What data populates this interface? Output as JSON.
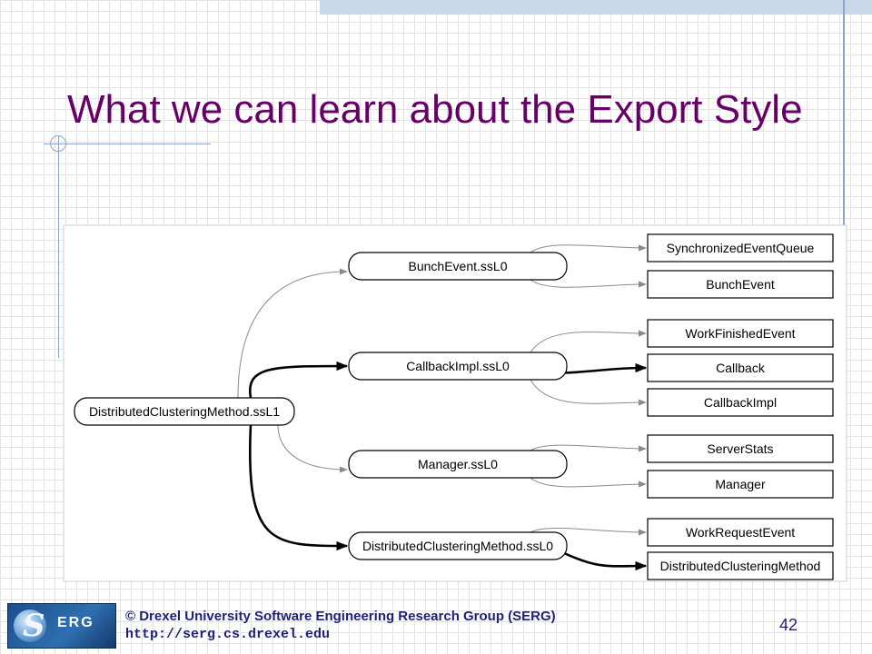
{
  "slide": {
    "title": "What we can learn about the Export Style",
    "page_number": "42",
    "footer": {
      "line1": "© Drexel University Software Engineering Research Group (SERG)",
      "line2": "http://serg.cs.drexel.edu",
      "logo_text": "ERG",
      "logo_letter": "S"
    }
  },
  "diagram": {
    "root": {
      "id": "root",
      "label": "DistributedClusteringMethod.ssL1"
    },
    "groups": [
      {
        "id": "g1",
        "label": "BunchEvent.ssL0",
        "children": [
          {
            "id": "c1",
            "label": "SynchronizedEventQueue"
          },
          {
            "id": "c2",
            "label": "BunchEvent"
          }
        ]
      },
      {
        "id": "g2",
        "label": "CallbackImpl.ssL0",
        "children": [
          {
            "id": "c3",
            "label": "WorkFinishedEvent"
          },
          {
            "id": "c4",
            "label": "Callback"
          },
          {
            "id": "c5",
            "label": "CallbackImpl"
          }
        ]
      },
      {
        "id": "g3",
        "label": "Manager.ssL0",
        "children": [
          {
            "id": "c6",
            "label": "ServerStats"
          },
          {
            "id": "c7",
            "label": "Manager"
          }
        ]
      },
      {
        "id": "g4",
        "label": "DistributedClusteringMethod.ssL0",
        "children": [
          {
            "id": "c8",
            "label": "WorkRequestEvent"
          },
          {
            "id": "c9",
            "label": "DistributedClusteringMethod"
          }
        ]
      }
    ],
    "highlighted_edges": [
      [
        "root",
        "g2"
      ],
      [
        "root",
        "g4"
      ],
      [
        "g2",
        "c4"
      ],
      [
        "g4",
        "c9"
      ]
    ]
  }
}
